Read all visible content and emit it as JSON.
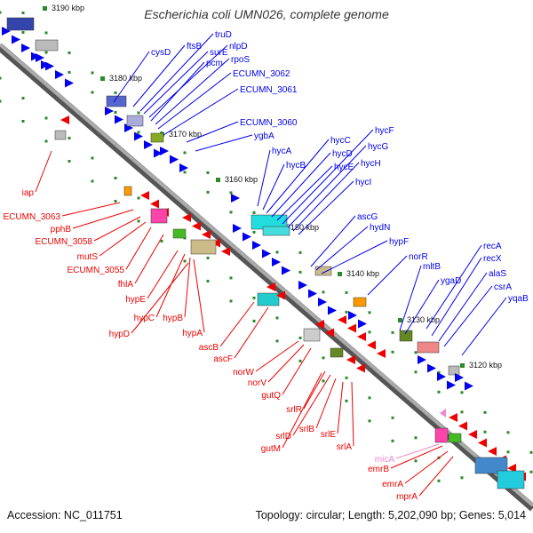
{
  "title": "Escherichia coli UMN026, complete genome",
  "footer": {
    "accession": "Accession: NC_011751",
    "summary": "Topology: circular; Length: 5,202,090 bp; Genes: 5,014"
  },
  "colors": {
    "forward": "#0000ee",
    "reverse": "#ee0000",
    "rna": "#ee88cc",
    "backbone": "#888888",
    "tick": "#2a8a2a"
  },
  "kbp_labels": [
    "3190 kbp",
    "3180 kbp",
    "3170 kbp",
    "3160 kbp",
    "3150 kbp",
    "3140 kbp",
    "3130 kbp",
    "3120 kbp"
  ],
  "forward_genes": [
    "cysD",
    "ftsB",
    "truD",
    "surE",
    "nlpD",
    "pcm",
    "rpoS",
    "ECUMN_3062",
    "ECUMN_3061",
    "ECUMN_3060",
    "ygbA",
    "hycA",
    "hycB",
    "hycC",
    "hycD",
    "hycE",
    "hycF",
    "hycG",
    "hycH",
    "hycI",
    "ascG",
    "hydN",
    "hypF",
    "norR",
    "mltB",
    "ygaD",
    "recA",
    "recX",
    "alaS",
    "csrA",
    "yqaB"
  ],
  "reverse_genes": [
    "iap",
    "ECUMN_3063",
    "pphB",
    "ECUMN_3058",
    "mutS",
    "ECUMN_3055",
    "fhlA",
    "hypE",
    "hypC",
    "hypB",
    "hypD",
    "hypA",
    "ascB",
    "ascF",
    "norW",
    "norV",
    "gutQ",
    "srlR",
    "srlD",
    "srlB",
    "srlE",
    "gutM",
    "srlA",
    "emrB",
    "emrA",
    "mprA"
  ],
  "rna_genes": [
    "micA"
  ]
}
